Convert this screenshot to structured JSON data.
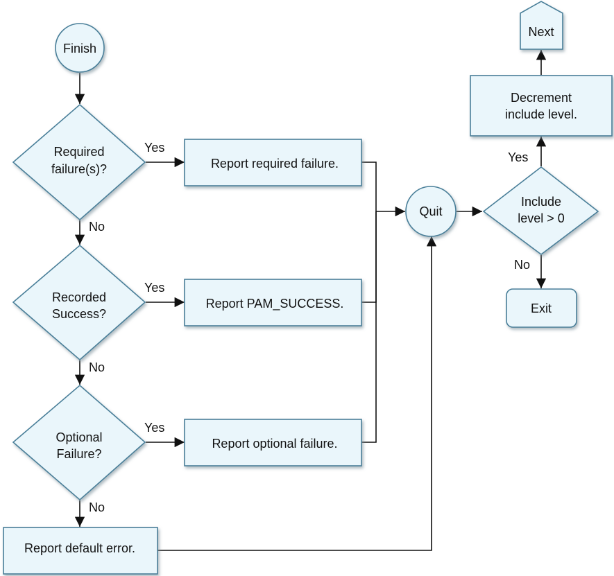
{
  "nodes": {
    "finish": "Finish",
    "required_1": "Required",
    "required_2": "failure(s)?",
    "report_required": "Report required failure.",
    "recorded_1": "Recorded",
    "recorded_2": "Success?",
    "report_success": "Report PAM_SUCCESS.",
    "optional_1": "Optional",
    "optional_2": "Failure?",
    "report_optional": "Report optional failure.",
    "report_default": "Report default error.",
    "quit": "Quit",
    "include_1": "Include",
    "include_2": "level > 0",
    "decrement_1": "Decrement",
    "decrement_2": "include level.",
    "next": "Next",
    "exit": "Exit"
  },
  "edges": {
    "yes": "Yes",
    "no": "No"
  },
  "colors": {
    "node_fill": "#eaf6fb",
    "node_stroke": "#4a7f99",
    "line": "#111111"
  }
}
